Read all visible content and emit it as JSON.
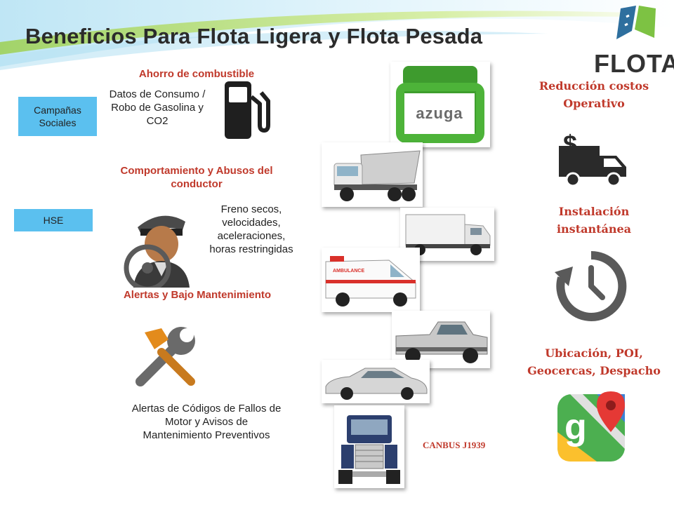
{
  "title": "Beneficios Para Flota Ligera y Flota Pesada",
  "logo": {
    "text": "FLOTA",
    "color_green": "#7dc243",
    "color_blue": "#2e6f9e"
  },
  "tags": {
    "campaigns": "Campañas Sociales",
    "hse": "HSE"
  },
  "left": {
    "fuel": {
      "heading": "Ahorro de combustible",
      "text": "Datos de Consumo / Robo de Gasolina y CO2",
      "icon": "fuel-pump-icon"
    },
    "driver": {
      "heading": "Comportamiento y Abusos del conductor",
      "text": "Freno secos, velocidades, aceleraciones, horas restringidas",
      "icon": "driver-icon"
    },
    "maintenance": {
      "heading": "Alertas y Bajo Mantenimiento",
      "text": "Alertas de Códigos de Fallos de Motor y Avisos de Mantenimiento Preventivos",
      "icon": "tools-icon"
    }
  },
  "center": {
    "device_label": "azuga",
    "vehicles": [
      "dump-truck",
      "armored-truck",
      "ambulance",
      "pickup-truck",
      "sedan",
      "semi-truck"
    ],
    "ambulance_label": "AMBULANCE",
    "canbus": "CANBUS J1939"
  },
  "right": {
    "cost": {
      "heading": "Reducción costos Operativo",
      "icon": "money-truck-icon"
    },
    "install": {
      "heading": "Instalación instantánea",
      "icon": "clock-icon"
    },
    "location": {
      "heading": "Ubicación, POI, Geocercas, Despacho",
      "icon": "maps-icon"
    }
  },
  "colors": {
    "accent_red": "#c0392b",
    "tag_blue": "#5bc0ef",
    "title": "#2b2b2b"
  }
}
